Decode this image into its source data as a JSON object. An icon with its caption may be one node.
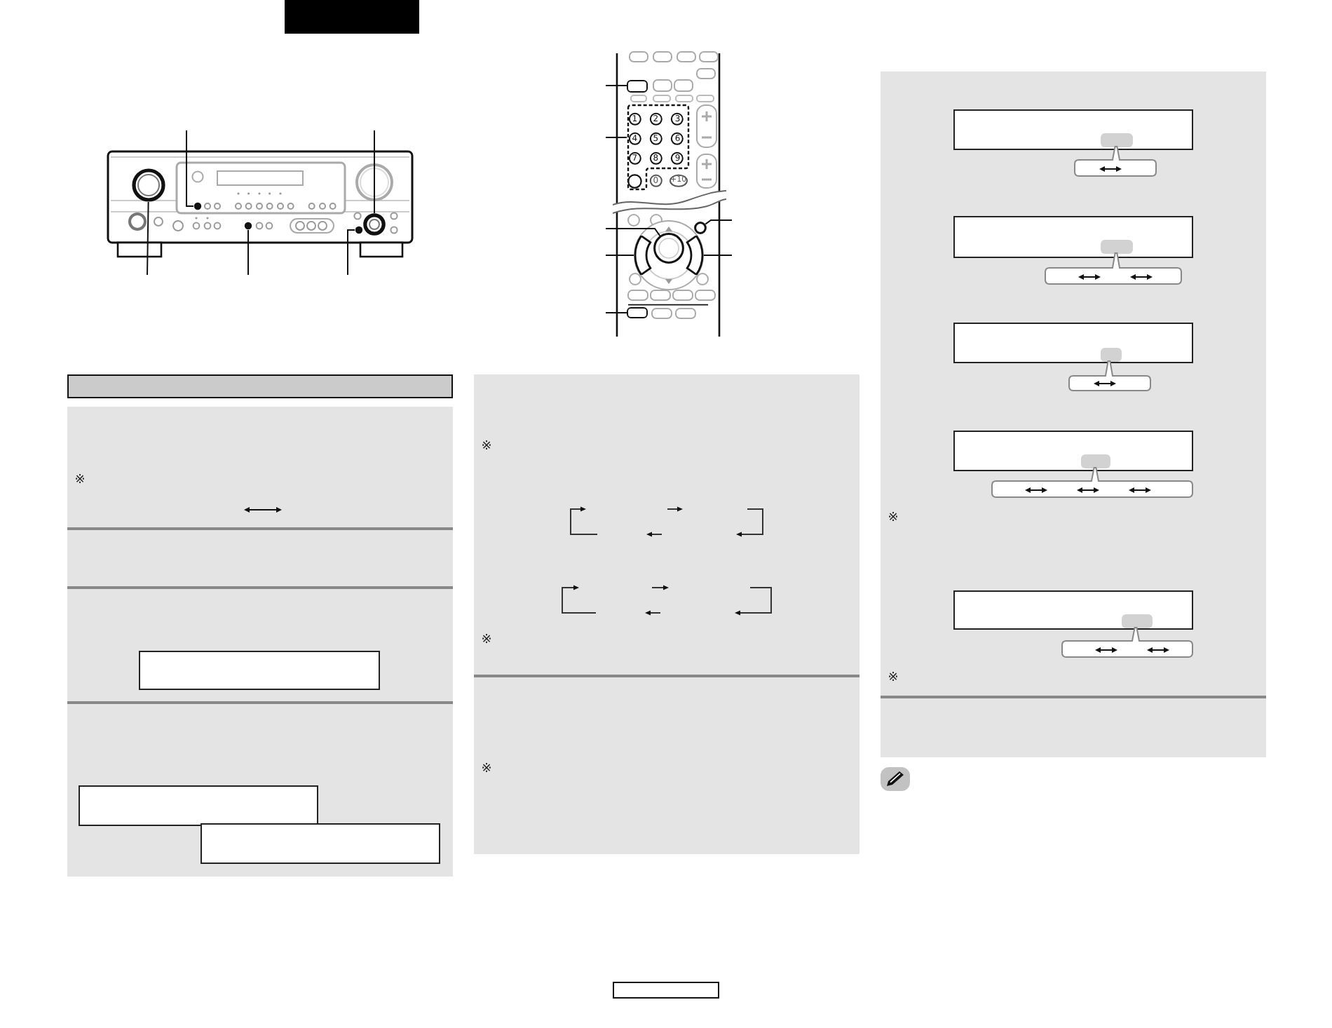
{
  "diagram": {
    "nodes": [
      {
        "text": [],
        "shape": "box"
      },
      {
        "text": [],
        "shape": "picture"
      },
      {
        "text": [],
        "shape": "circle",
        "in": 1
      },
      {
        "text": [],
        "shape": "circle",
        "in": 1
      },
      {
        "text": [],
        "shape": "circle",
        "in": 1
      },
      {
        "text": [],
        "shape": "circle",
        "in": 1
      },
      {
        "text": [],
        "shape": "circle",
        "in": 1
      },
      {
        "text": [],
        "shape": "bar"
      },
      {
        "text": [],
        "shape": "box"
      },
      {
        "text": [],
        "shape": "box",
        "in": 8
      },
      {
        "text": [],
        "shape": "box",
        "in": 8
      },
      {
        "text": [],
        "shape": "box",
        "in": 8
      },
      {
        "text": [],
        "shape": "picture"
      },
      {
        "text": [],
        "shape": "box",
        "in": 12
      },
      {
        "text": [],
        "shape": "box",
        "in": 12
      },
      {
        "text": [],
        "shape": "circle",
        "in": 12
      },
      {
        "text": [],
        "shape": "circle",
        "in": 12
      },
      {
        "text": [],
        "shape": "arc",
        "in": 12
      },
      {
        "text": [],
        "shape": "arc",
        "in": 12
      },
      {
        "text": [],
        "shape": "box",
        "in": 12
      },
      {
        "text": [],
        "shape": "box"
      },
      {
        "text": [],
        "shape": "box"
      },
      {
        "text": [],
        "shape": "box",
        "in": 21
      },
      {
        "text": [],
        "shape": "box",
        "in": 22
      },
      {
        "text": [],
        "shape": "bubble",
        "in": 21
      },
      {
        "text": [],
        "shape": "box",
        "in": 21
      },
      {
        "text": [],
        "shape": "box",
        "in": 25
      },
      {
        "text": [],
        "shape": "bubble",
        "in": 21
      },
      {
        "text": [],
        "shape": "box",
        "in": 21
      },
      {
        "text": [],
        "shape": "box",
        "in": 28
      },
      {
        "text": [],
        "shape": "bubble",
        "in": 21
      },
      {
        "text": [],
        "shape": "box",
        "in": 21
      },
      {
        "text": [],
        "shape": "box",
        "in": 31
      },
      {
        "text": [],
        "shape": "bubble",
        "in": 21
      },
      {
        "text": [],
        "shape": "box",
        "in": 21
      },
      {
        "text": [],
        "shape": "box",
        "in": 34
      },
      {
        "text": [],
        "shape": "bubble",
        "in": 21
      },
      {
        "text": [],
        "shape": "box"
      }
    ],
    "edges": [
      {
        "from": null,
        "to": 3,
        "arrow": "none"
      },
      {
        "from": null,
        "to": 6,
        "arrow": "none"
      },
      {
        "from": null,
        "to": 2,
        "arrow": "none"
      },
      {
        "from": null,
        "to": 4,
        "arrow": "none"
      },
      {
        "from": null,
        "to": 5,
        "arrow": "none"
      },
      {
        "from": null,
        "to": 13,
        "arrow": "none"
      },
      {
        "from": null,
        "to": 14,
        "arrow": "none"
      },
      {
        "from": null,
        "to": 15,
        "arrow": "none"
      },
      {
        "from": null,
        "to": 16,
        "arrow": "none"
      },
      {
        "from": null,
        "to": 17,
        "arrow": "none"
      },
      {
        "from": null,
        "to": 18,
        "arrow": "none"
      },
      {
        "from": null,
        "to": 19,
        "arrow": "none"
      }
    ],
    "labels": [
      "※",
      "1",
      "2",
      "3",
      "4",
      "5",
      "6",
      "7",
      "8",
      "9",
      "0",
      "+10",
      "※",
      "※",
      "※",
      "※",
      "※"
    ]
  }
}
